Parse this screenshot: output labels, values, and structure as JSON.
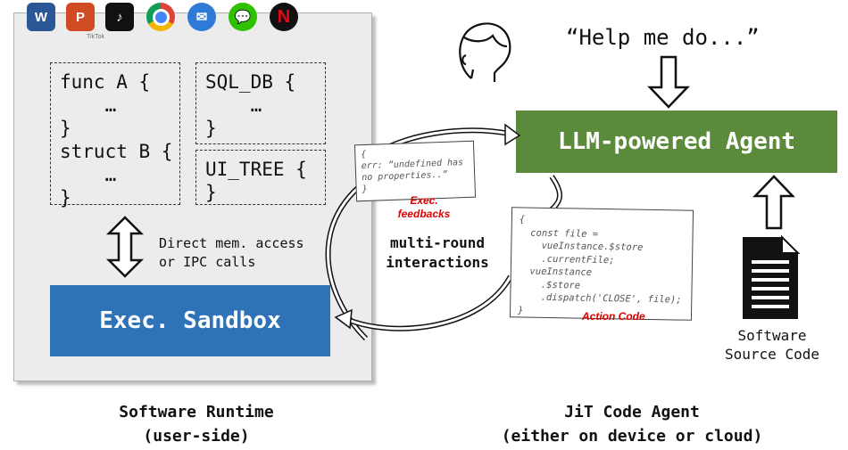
{
  "runtime": {
    "apps": [
      {
        "name": "word-icon",
        "glyph": "W",
        "color": "#2b5797"
      },
      {
        "name": "powerpoint-icon",
        "glyph": "P",
        "color": "#d04a23"
      },
      {
        "name": "tiktok-icon",
        "glyph": "♪",
        "color": "#111111"
      },
      {
        "name": "chrome-icon",
        "glyph": "",
        "color": "#db4437"
      },
      {
        "name": "thunderbird-icon",
        "glyph": "✉",
        "color": "#2f7ad6"
      },
      {
        "name": "wechat-icon",
        "glyph": "💬",
        "color": "#2dc100"
      },
      {
        "name": "netflix-icon",
        "glyph": "N",
        "color": "#111111"
      }
    ],
    "tiktok_caption": "TikTok",
    "box_a_text": "func A {\n    …\n}\nstruct B {\n    …\n}",
    "box_sql_text": "SQL_DB {\n    …\n}",
    "box_ui_text": "UI_TREE {\n}",
    "mem_access_text": "Direct mem. access\nor IPC calls",
    "sandbox_label": "Exec. Sandbox"
  },
  "agent": {
    "prompt_text": "“Help me do...”",
    "agent_label": "LLM-powered Agent",
    "source_code_label": "Software\nSource Code"
  },
  "feedback": {
    "code_text": "{\nerr: “undefined has\nno properties..”\n}",
    "label": "Exec.\nfeedbacks"
  },
  "interaction_label": "multi-round\ninteractions",
  "action": {
    "code_text": "{\n  const file =\n    vueInstance.$store\n    .currentFile;\n  vueInstance\n    .$store\n    .dispatch('CLOSE', file);\n}",
    "label": "Action Code"
  },
  "captions": {
    "left": "Software Runtime\n(user-side)",
    "right": "JiT Code Agent\n(either on device or cloud)"
  }
}
